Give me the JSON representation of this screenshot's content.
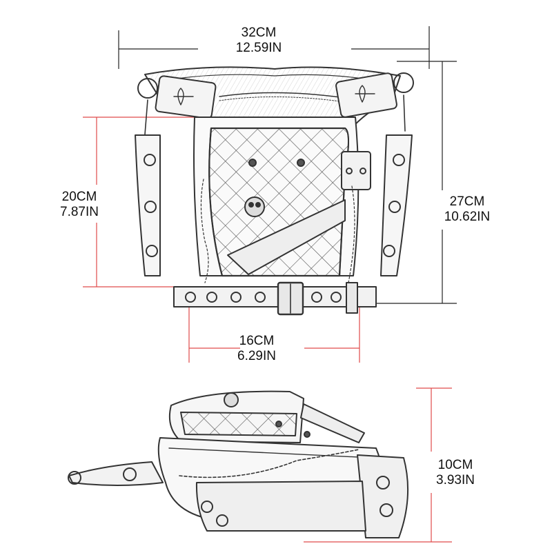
{
  "dimensions": {
    "total_width": {
      "cm": "32CM",
      "in": "12.59IN"
    },
    "belt_width": {
      "cm": "16CM",
      "in": "6.29IN"
    },
    "bag_height": {
      "cm": "20CM",
      "in": "7.87IN"
    },
    "total_height": {
      "cm": "27CM",
      "in": "10.62IN"
    },
    "depth": {
      "cm": "10CM",
      "in": "3.93IN"
    }
  },
  "colors": {
    "background": "#ffffff",
    "dimension_line_red": "#e04a4a",
    "dimension_line_dark": "#222222",
    "sketch_stroke": "#333333",
    "label_text": "#111111"
  },
  "illustrations": {
    "front_view": "steampunk-leg-bag-front-sketch",
    "side_view": "steampunk-leg-bag-side-sketch"
  }
}
